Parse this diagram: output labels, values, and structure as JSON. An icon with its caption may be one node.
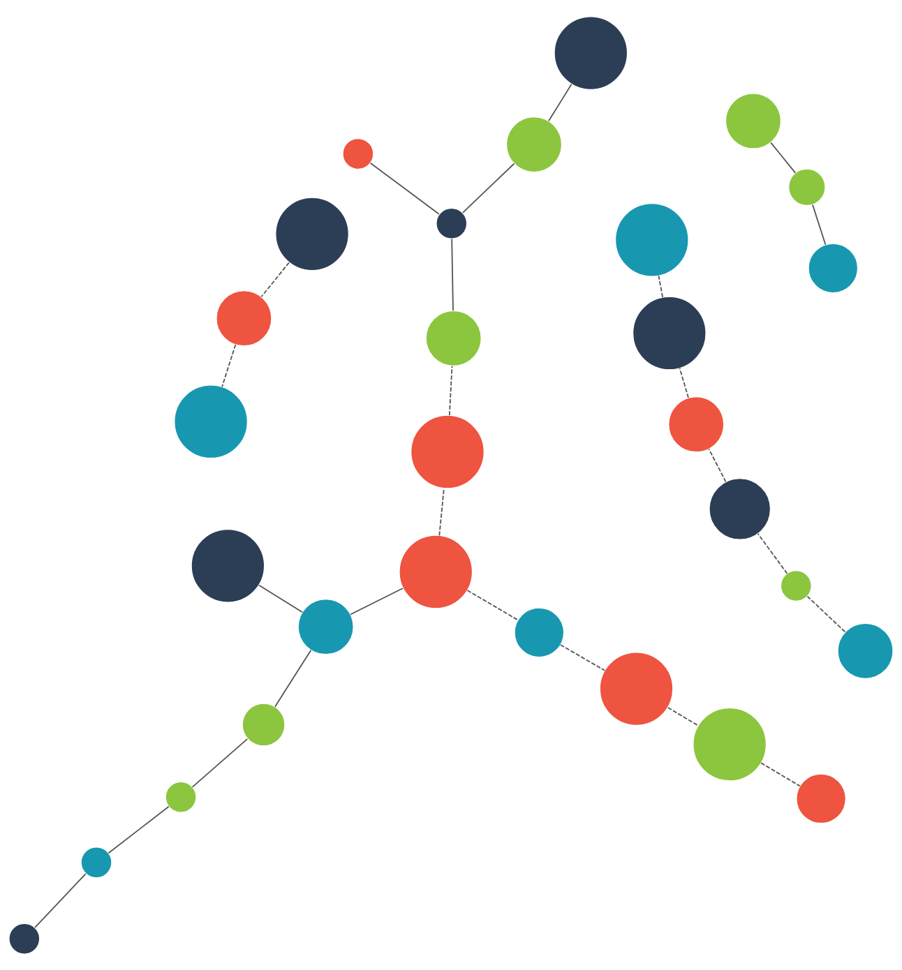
{
  "diagram": {
    "nodes": [
      {
        "text": [],
        "shape": "circle"
      },
      {
        "text": [],
        "shape": "circle"
      },
      {
        "text": [],
        "shape": "circle"
      },
      {
        "text": [],
        "shape": "circle"
      },
      {
        "text": [],
        "shape": "circle"
      },
      {
        "text": [],
        "shape": "circle"
      },
      {
        "text": [],
        "shape": "circle"
      },
      {
        "text": [],
        "shape": "circle"
      },
      {
        "text": [],
        "shape": "circle"
      },
      {
        "text": [],
        "shape": "circle"
      },
      {
        "text": [],
        "shape": "circle"
      },
      {
        "text": [],
        "shape": "circle"
      },
      {
        "text": [],
        "shape": "circle"
      },
      {
        "text": [],
        "shape": "circle"
      },
      {
        "text": [],
        "shape": "circle"
      },
      {
        "text": [],
        "shape": "circle"
      },
      {
        "text": [],
        "shape": "circle"
      },
      {
        "text": [],
        "shape": "circle"
      },
      {
        "text": [],
        "shape": "circle"
      },
      {
        "text": [],
        "shape": "circle"
      },
      {
        "text": [],
        "shape": "circle"
      },
      {
        "text": [],
        "shape": "circle"
      },
      {
        "text": [],
        "shape": "circle"
      },
      {
        "text": [],
        "shape": "circle"
      },
      {
        "text": [],
        "shape": "circle"
      },
      {
        "text": [],
        "shape": "circle"
      },
      {
        "text": [],
        "shape": "circle"
      },
      {
        "text": [],
        "shape": "circle"
      },
      {
        "text": [],
        "shape": "circle"
      }
    ],
    "edges": [
      {
        "from": 18,
        "to": 15,
        "arrow": "none"
      },
      {
        "from": 15,
        "to": 11,
        "arrow": "none"
      },
      {
        "from": 11,
        "to": 10,
        "arrow": "none"
      },
      {
        "from": 10,
        "to": 7,
        "arrow": "none"
      },
      {
        "from": 7,
        "to": 0,
        "arrow": "none"
      },
      {
        "from": 7,
        "to": 13,
        "arrow": "none"
      },
      {
        "from": 8,
        "to": 12,
        "arrow": "none"
      },
      {
        "from": 12,
        "to": 21,
        "arrow": "none"
      },
      {
        "from": 20,
        "to": 24,
        "arrow": "none"
      },
      {
        "from": 24,
        "to": 26,
        "arrow": "none"
      },
      {
        "from": 26,
        "to": 22,
        "arrow": "none"
      },
      {
        "from": 26,
        "to": 28,
        "arrow": "none"
      },
      {
        "from": 3,
        "to": 1,
        "arrow": "none",
        "style": "dashed"
      },
      {
        "from": 1,
        "to": 9,
        "arrow": "none",
        "style": "dashed"
      },
      {
        "from": 4,
        "to": 5,
        "arrow": "none",
        "style": "dashed"
      },
      {
        "from": 5,
        "to": 6,
        "arrow": "none",
        "style": "dashed"
      },
      {
        "from": 6,
        "to": 2,
        "arrow": "none",
        "style": "dashed"
      },
      {
        "from": 2,
        "to": 19,
        "arrow": "none",
        "style": "dashed"
      },
      {
        "from": 19,
        "to": 25,
        "arrow": "none",
        "style": "dashed"
      },
      {
        "from": 13,
        "to": 14,
        "arrow": "none",
        "style": "dashed"
      },
      {
        "from": 14,
        "to": 23,
        "arrow": "none",
        "style": "dashed"
      },
      {
        "from": 23,
        "to": 17,
        "arrow": "none",
        "style": "dashed"
      },
      {
        "from": 17,
        "to": 16,
        "arrow": "none",
        "style": "dashed"
      },
      {
        "from": 13,
        "to": 27,
        "arrow": "none",
        "style": "dashed"
      },
      {
        "from": 27,
        "to": 28,
        "arrow": "none",
        "style": "dashed"
      }
    ]
  }
}
